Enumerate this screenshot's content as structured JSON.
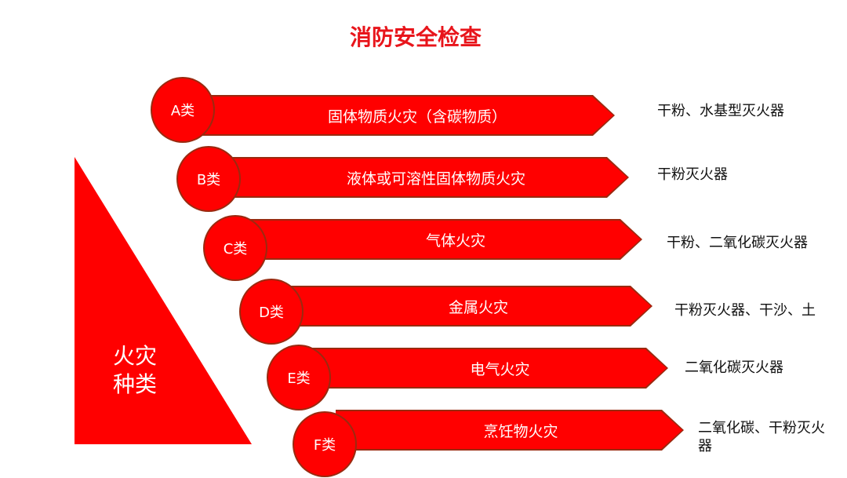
{
  "title": "消防安全检查",
  "triangle_label": "火灾种类",
  "rows": [
    {
      "class": "A类",
      "description": "固体物质火灾（含碳物质）",
      "extinguisher": "干粉、水基型灭火器"
    },
    {
      "class": "B类",
      "description": "液体或可溶性固体物质火灾",
      "extinguisher": "干粉灭火器"
    },
    {
      "class": "C类",
      "description": "气体火灾",
      "extinguisher": "干粉、二氧化碳灭火器"
    },
    {
      "class": "D类",
      "description": "金属火灾",
      "extinguisher": "干粉灭火器、干沙、土"
    },
    {
      "class": "E类",
      "description": "电气火灾",
      "extinguisher": "二氧化碳灭火器"
    },
    {
      "class": "F类",
      "description": "烹饪物火灾",
      "extinguisher": "二氧化碳、干粉灭火器"
    }
  ],
  "colors": {
    "primary_red": "#ff0000",
    "title_red": "#e8151b"
  }
}
